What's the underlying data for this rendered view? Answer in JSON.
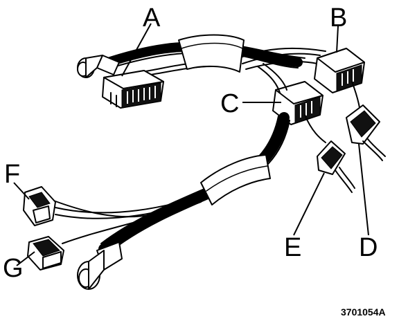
{
  "callouts": {
    "a": "A",
    "b": "B",
    "c": "C",
    "d": "D",
    "e": "E",
    "f": "F",
    "g": "G"
  },
  "figure_id": "3701054A"
}
